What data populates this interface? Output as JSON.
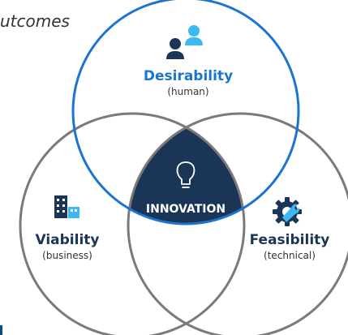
{
  "heading": "utcomes",
  "center": {
    "label": "INNOVATION",
    "icon": "lightbulb-icon"
  },
  "circles": {
    "top": {
      "title": "Desirability",
      "subtitle": "(human)",
      "icon": "people-icon",
      "color": "#1b75d0"
    },
    "left": {
      "title": "Viability",
      "subtitle": "(business)",
      "icon": "buildings-icon",
      "color": "#7a7a7a"
    },
    "right": {
      "title": "Feasibility",
      "subtitle": "(technical)",
      "icon": "gear-wrench-icon",
      "color": "#7a7a7a"
    }
  },
  "colors": {
    "navy": "#1b3556",
    "blue": "#1b75d0",
    "cyan": "#3cb9f0",
    "gray_text": "#333333"
  }
}
